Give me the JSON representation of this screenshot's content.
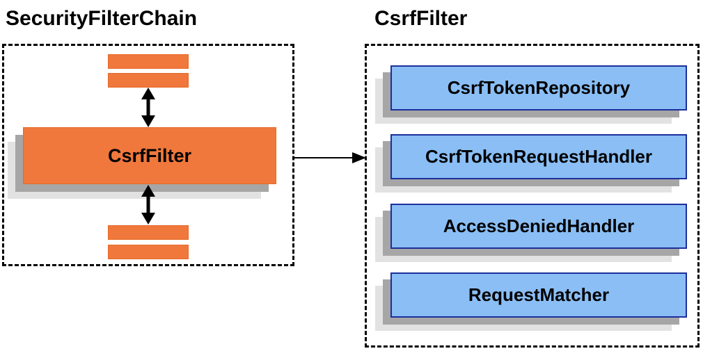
{
  "diagram": {
    "left_panel": {
      "title": "SecurityFilterChain",
      "filter_box_label": "CsrfFilter",
      "other_filters": "unnamed-filter-bars"
    },
    "right_panel": {
      "title": "CsrfFilter",
      "components": [
        {
          "label": "CsrfTokenRepository"
        },
        {
          "label": "CsrfTokenRequestHandler"
        },
        {
          "label": "AccessDeniedHandler"
        },
        {
          "label": "RequestMatcher"
        }
      ]
    },
    "connectors": {
      "horizontal_arrow": "csrf-filter-to-csrf-components",
      "vertical_arrows": "bidirectional-filter-chain-flow"
    },
    "colors": {
      "orange": "#F0783C",
      "orange_border": "#E56A28",
      "blue_fill": "#8ABEF5",
      "blue_border": "#1C2F9C",
      "shadow_dark": "#A6A6A6",
      "shadow_light": "#E2E2E2",
      "line_black": "#000000"
    }
  }
}
